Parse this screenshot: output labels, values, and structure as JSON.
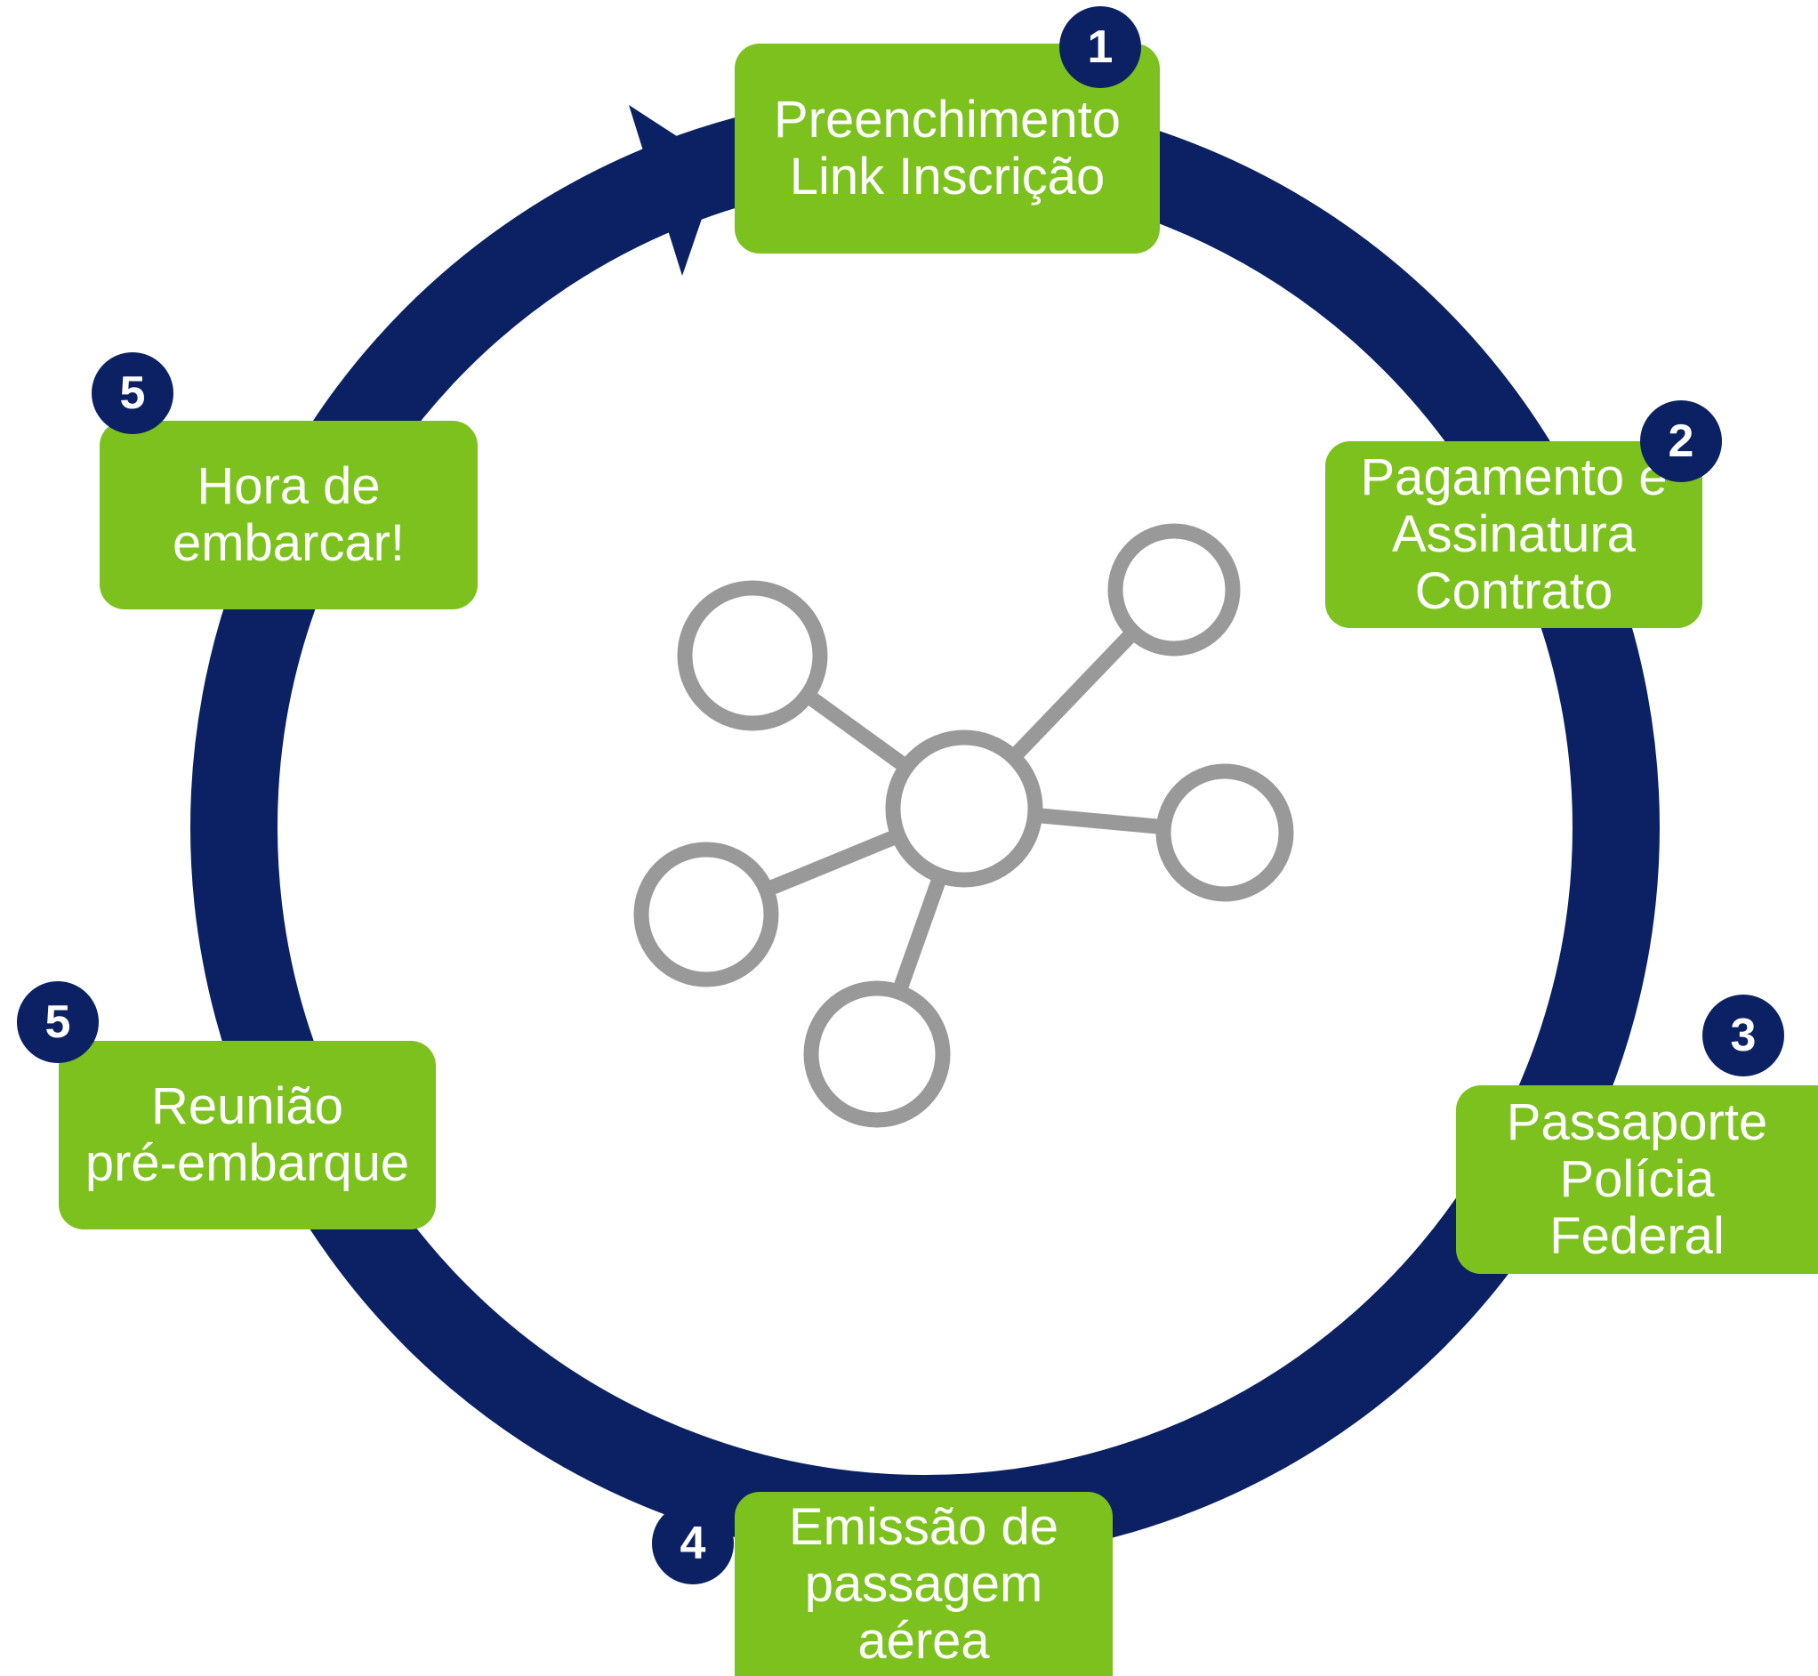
{
  "colors": {
    "ring": "#0b2163",
    "box": "#7dc11f",
    "badge": "#0b2163",
    "network": "#999999",
    "text": "#ffffff"
  },
  "steps": [
    {
      "number": "1",
      "label": "Preenchimento\nLink Inscrição"
    },
    {
      "number": "2",
      "label": "Pagamento e\nAssinatura\nContrato"
    },
    {
      "number": "3",
      "label": "Passaporte\nPolícia\nFederal"
    },
    {
      "number": "4",
      "label": "Emissão de\npassagem\naérea"
    },
    {
      "number": "5",
      "label": "Reunião\npré-embarque"
    },
    {
      "number": "5",
      "label": "Hora de\nembarcar!"
    }
  ],
  "center_icon": "network-icon"
}
